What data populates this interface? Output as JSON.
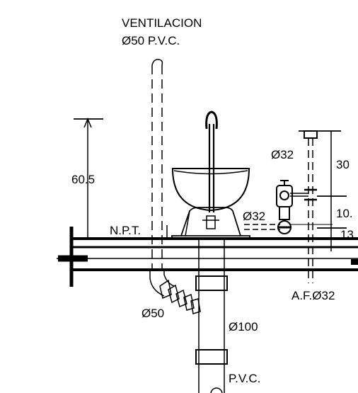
{
  "labels": {
    "vent_title": "VENTILACION",
    "vent_pipe": "Ø50 P.V.C.",
    "dim_height": "60.5",
    "npt": "N.P.T.",
    "supply_d32_top": "Ø32",
    "supply_d32_mid": "Ø32",
    "dim_30": "30",
    "dim_10": "10.",
    "dim_13": "13",
    "af": "A.F.Ø32",
    "drain_d50": "Ø50",
    "drain_d100": "Ø100",
    "pvc": "P.V.C."
  },
  "colors": {
    "line": "#000000",
    "background": "#ffffff"
  }
}
